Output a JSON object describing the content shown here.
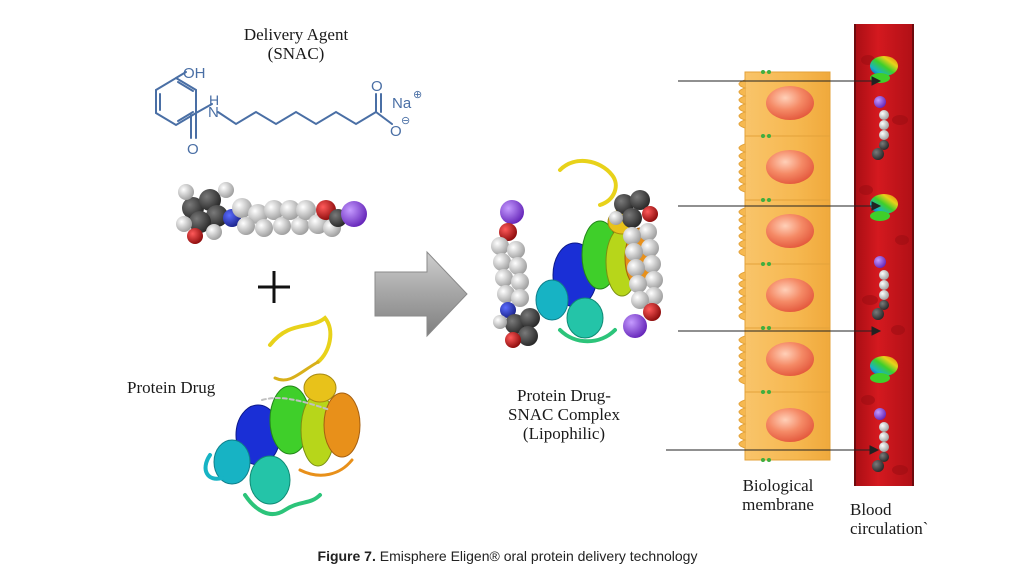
{
  "labels": {
    "delivery_agent_line1": "Delivery Agent",
    "delivery_agent_line2": "(SNAC)",
    "chem_oh": "OH",
    "chem_h": "H",
    "chem_n": "N",
    "chem_o_carbonyl": "O",
    "chem_o_acid_top": "O",
    "chem_o_minus": "O",
    "chem_minus": "⊖",
    "chem_na": "Na",
    "chem_plus": "⊕",
    "plus_sign": "+",
    "protein_drug": "Protein Drug",
    "complex_line1": "Protein Drug-",
    "complex_line2": "SNAC  Complex",
    "complex_line3": "(Lipophilic)",
    "bio_membrane_line1": "Biological",
    "bio_membrane_line2": "membrane",
    "blood_line1": "Blood",
    "blood_line2": "circulation`"
  },
  "caption": {
    "figure_label": "Figure 7.",
    "text": " Emisphere Eligen® oral protein delivery technology"
  },
  "colors": {
    "chem_blue": "#4a6fa5",
    "blood_red": "#c8161d",
    "cell_orange": "#f6b850",
    "nucleus": "#f06a4a",
    "arrow_gray": "#a8a8a8",
    "sodium_purple": "#8a4fd8"
  }
}
